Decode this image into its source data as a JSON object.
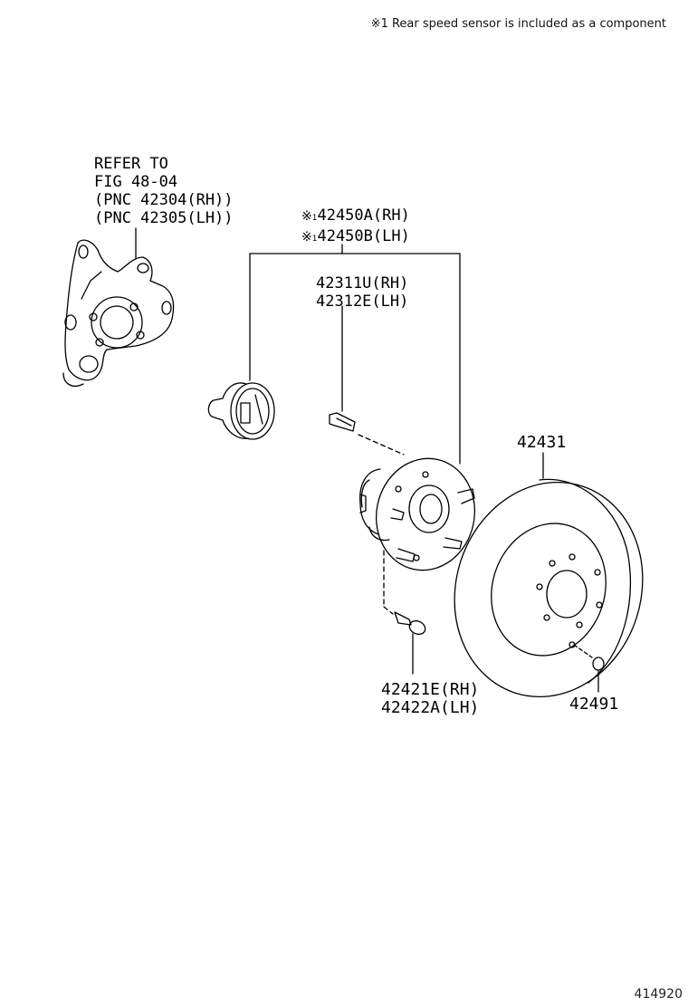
{
  "note": "※1 Rear speed sensor is included as a component",
  "refer": {
    "line1": "REFER TO",
    "line2": "FIG 48-04",
    "line3": "(PNC 42304(RH))",
    "line4": "(PNC 42305(LH))"
  },
  "sensor": {
    "mark": "※",
    "mark_num": "1",
    "rh": "42450A(RH)",
    "lh": "42450B(LH)"
  },
  "hub_bolt": {
    "rh": "42311U(RH)",
    "lh": "42312E(LH)"
  },
  "disc": {
    "part": "42431"
  },
  "hub_mount_bolt": {
    "rh": "42421E(RH)",
    "lh": "42422A(LH)"
  },
  "screw": {
    "part": "42491"
  },
  "figure_code": "414920"
}
